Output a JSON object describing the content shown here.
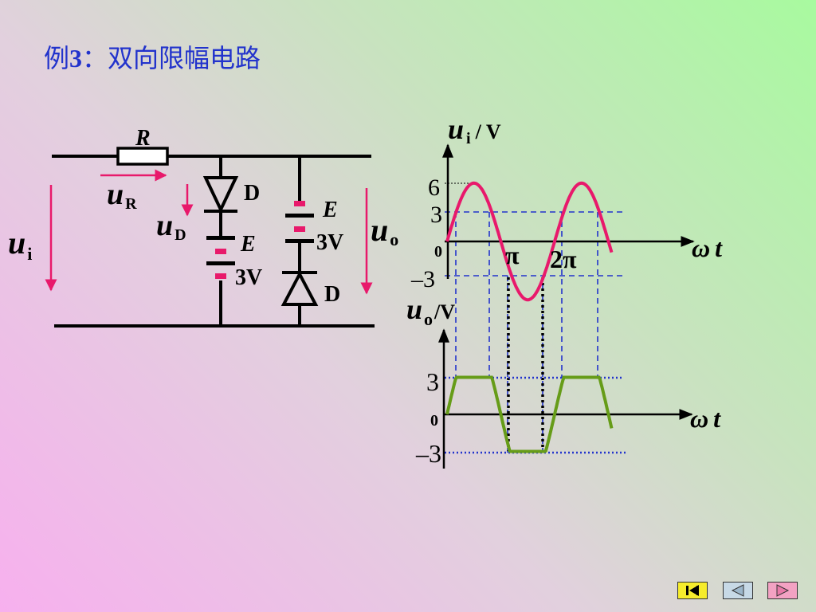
{
  "title": {
    "prefix": "例",
    "num": "3",
    "rest": "：双向限幅电路"
  },
  "circuit": {
    "resistor": "R",
    "u_R": {
      "main": "u",
      "sub": "R"
    },
    "u_D": {
      "main": "u",
      "sub": "D"
    },
    "u_i": {
      "main": "u",
      "sub": "i"
    },
    "u_o": {
      "main": "u",
      "sub": "o"
    },
    "diode_left": "D",
    "diode_right": "D",
    "battery_left": {
      "name": "E",
      "value": "3V"
    },
    "battery_right": {
      "name": "E",
      "value": "3V"
    }
  },
  "graph_ui": {
    "ylabel_main": "u",
    "ylabel_sub": "i",
    "ylabel_unit": "/ V",
    "xlabel_omega": "ω",
    "xlabel_t": "t",
    "tick_6": "6",
    "tick_3": "3",
    "tick_0": "0",
    "tick_neg3": "–3",
    "tick_pi": "π",
    "tick_2pi": "2π"
  },
  "graph_uo": {
    "ylabel_main": "u",
    "ylabel_sub": "o",
    "ylabel_unit": "/V",
    "xlabel_omega": "ω",
    "xlabel_t": "t",
    "tick_3": "3",
    "tick_0": "0",
    "tick_neg3": "–3"
  },
  "colors": {
    "title": "#2233cc",
    "sine": "#e8196b",
    "clipped": "#669c18",
    "guide": "#2233cc",
    "arrow": "#e8196b"
  },
  "nav": [
    "first-slide-icon",
    "previous-slide-icon",
    "next-slide-icon"
  ]
}
